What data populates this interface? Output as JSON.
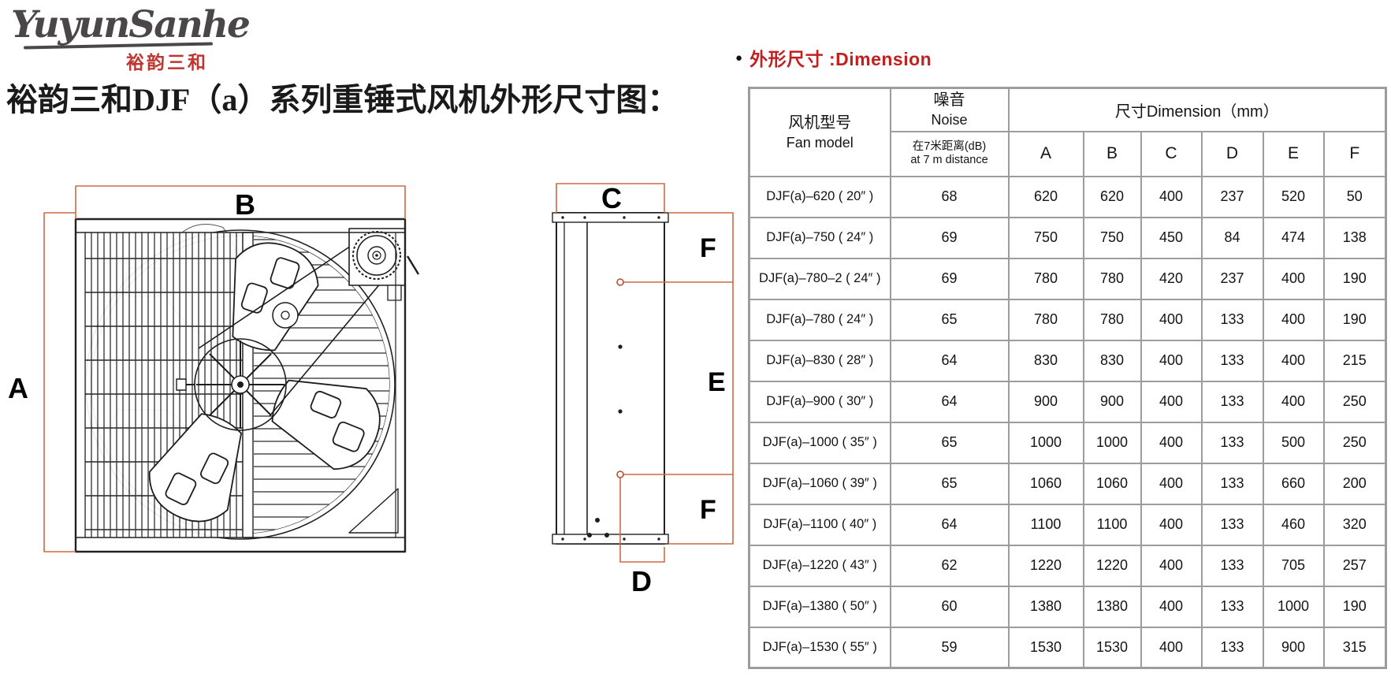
{
  "logo": {
    "brand_script": "YuyunSanhe",
    "brand_cjk": "裕韵三和"
  },
  "title": "裕韵三和DJF（a）系列重锤式风机外形尺寸图：",
  "section_heading": {
    "bullet": "●",
    "text": "外形尺寸 :Dimension"
  },
  "colors": {
    "heading_red": "#c21f1f",
    "logo_red": "#c13530",
    "dimension_line_orange": "#d06845",
    "table_border_gray": "#9c9c9c"
  },
  "diagram": {
    "front_view": {
      "width_label": "B",
      "height_label": "A"
    },
    "side_view": {
      "top_label": "C",
      "upper_right_label": "F",
      "middle_right_label": "E",
      "lower_right_label": "F",
      "bottom_label": "D"
    }
  },
  "table": {
    "header": {
      "model_line1": "风机型号",
      "model_line2": "Fan model",
      "noise_line1": "噪音",
      "noise_line2": "Noise",
      "noise_sub_line1": "在7米距离(dB)",
      "noise_sub_line2": "at 7 m distance",
      "dims_title": "尺寸Dimension（mm）",
      "dim_letters": [
        "A",
        "B",
        "C",
        "D",
        "E",
        "F"
      ]
    },
    "rows": [
      {
        "model": "DJF(a)–620 ( 20″ )",
        "noise": "68",
        "dims": [
          "620",
          "620",
          "400",
          "237",
          "520",
          "50"
        ]
      },
      {
        "model": "DJF(a)–750 ( 24″ )",
        "noise": "69",
        "dims": [
          "750",
          "750",
          "450",
          "84",
          "474",
          "138"
        ]
      },
      {
        "model": "DJF(a)–780–2 ( 24″ )",
        "noise": "69",
        "dims": [
          "780",
          "780",
          "420",
          "237",
          "400",
          "190"
        ]
      },
      {
        "model": "DJF(a)–780 ( 24″ )",
        "noise": "65",
        "dims": [
          "780",
          "780",
          "400",
          "133",
          "400",
          "190"
        ]
      },
      {
        "model": "DJF(a)–830 ( 28″ )",
        "noise": "64",
        "dims": [
          "830",
          "830",
          "400",
          "133",
          "400",
          "215"
        ]
      },
      {
        "model": "DJF(a)–900 ( 30″ )",
        "noise": "64",
        "dims": [
          "900",
          "900",
          "400",
          "133",
          "400",
          "250"
        ]
      },
      {
        "model": "DJF(a)–1000 ( 35″ )",
        "noise": "65",
        "dims": [
          "1000",
          "1000",
          "400",
          "133",
          "500",
          "250"
        ]
      },
      {
        "model": "DJF(a)–1060 ( 39″ )",
        "noise": "65",
        "dims": [
          "1060",
          "1060",
          "400",
          "133",
          "660",
          "200"
        ]
      },
      {
        "model": "DJF(a)–1100 ( 40″ )",
        "noise": "64",
        "dims": [
          "1100",
          "1100",
          "400",
          "133",
          "460",
          "320"
        ]
      },
      {
        "model": "DJF(a)–1220 ( 43″ )",
        "noise": "62",
        "dims": [
          "1220",
          "1220",
          "400",
          "133",
          "705",
          "257"
        ]
      },
      {
        "model": "DJF(a)–1380 ( 50″ )",
        "noise": "60",
        "dims": [
          "1380",
          "1380",
          "400",
          "133",
          "1000",
          "190"
        ]
      },
      {
        "model": "DJF(a)–1530 ( 55″ )",
        "noise": "59",
        "dims": [
          "1530",
          "1530",
          "400",
          "133",
          "900",
          "315"
        ]
      }
    ]
  }
}
